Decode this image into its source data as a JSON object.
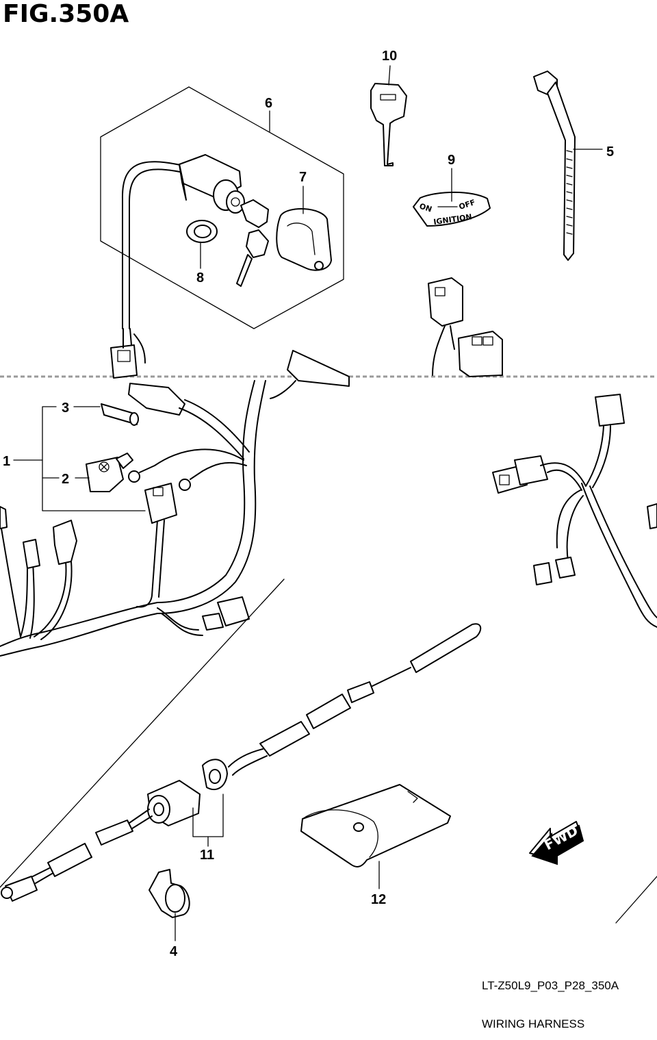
{
  "figure_title": "FIG.350A",
  "callouts": {
    "c1": "1",
    "c2": "2",
    "c3": "3",
    "c4": "4",
    "c5": "5",
    "c6": "6",
    "c7": "7",
    "c8": "8",
    "c9": "9",
    "c10": "10",
    "c11": "11",
    "c12": "12"
  },
  "decal": {
    "on": "ON",
    "off": "OFF",
    "ignition": "IGNITION"
  },
  "fwd_label": "FWD",
  "footer": {
    "code": "LT-Z50L9_P03_P28_350A",
    "name": "WIRING HARNESS"
  }
}
